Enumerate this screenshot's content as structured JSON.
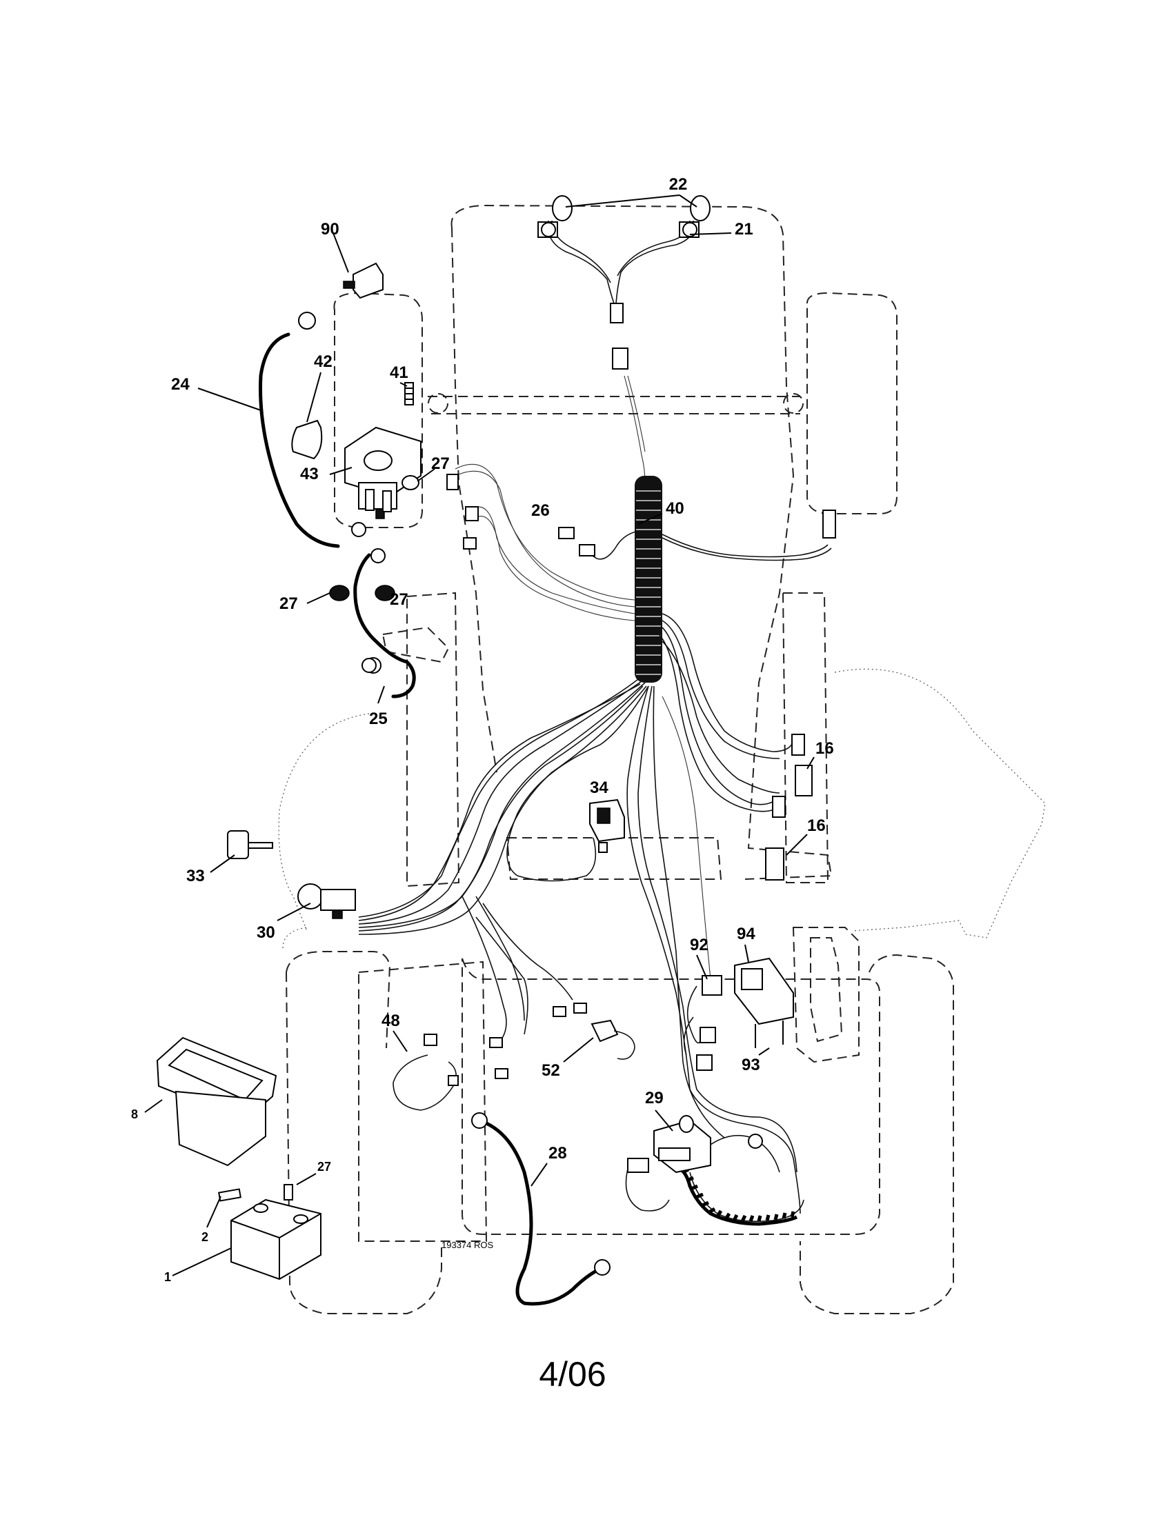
{
  "diagram": {
    "drawing_code": "193374 ROS",
    "page_label": "4/06",
    "callouts": {
      "c22": "22",
      "c21": "21",
      "c90": "90",
      "c42": "42",
      "c41": "41",
      "c24": "24",
      "c43": "43",
      "c27a": "27",
      "c26": "26",
      "c40": "40",
      "c27b": "27",
      "c27c": "27",
      "c25": "25",
      "c16a": "16",
      "c34": "34",
      "c16b": "16",
      "c33": "33",
      "c30": "30",
      "c92": "92",
      "c94": "94",
      "c48": "48",
      "c52": "52",
      "c93": "93",
      "c8": "8",
      "c29": "29",
      "c28": "28",
      "c27d": "27",
      "c2": "2",
      "c1": "1"
    }
  }
}
